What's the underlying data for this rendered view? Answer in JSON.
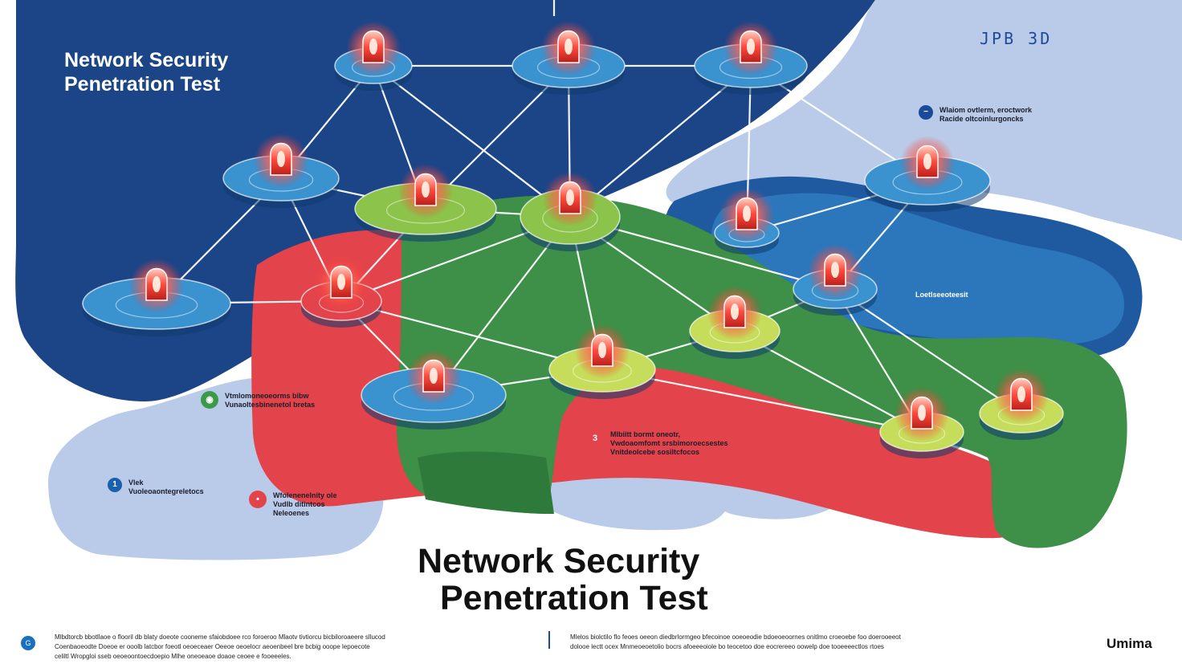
{
  "header": {
    "title_line1": "Network Security",
    "title_line2": "Penetration Test"
  },
  "main_title": {
    "line1": "Network Security",
    "line2": "Penetration Test"
  },
  "top_right_mark": "JPB 3D",
  "callouts": [
    {
      "id": "c1",
      "badge": "",
      "lines": [
        "Wlaiom ovtlerm, eroctwork",
        "Racide oltcoinlurgoncks"
      ]
    },
    {
      "id": "c2",
      "badge": "",
      "lines": [
        "Vtmlomoneoeorms bibw",
        "Vunaoltesbinenetol bretas"
      ]
    },
    {
      "id": "c3",
      "badge": "3",
      "lines": [
        "Mlbiitt bormt oneotr,",
        "Vwdoaomfomt srsbimoroecsestes",
        "Vnitdeolcebe sosiltcfocos"
      ]
    },
    {
      "id": "c4",
      "badge": "1",
      "lines": [
        "Vlek",
        "Vuoleoaontegreletocs"
      ]
    },
    {
      "id": "c5",
      "badge": "",
      "lines": [
        "Wfolenenelnity ole",
        "Vudlb ditintcos",
        "Neleoenes"
      ]
    },
    {
      "id": "c6",
      "badge": "",
      "lines": [
        "Loetlseeoteesit"
      ]
    }
  ],
  "footer": {
    "badge": "G",
    "col1": [
      "Mlbdtorcb bbotllaoe o flooril db blaty doeote cooneme sfaiobdoee rco foroeroo Mlaotv tivtiorcu bicbiloroaeere sllucod",
      "Coenbaoeodte Doeoe er ooolb latcbor foeotl oeoeceaer Oeeoe oeoelocr aeoenbeel bre bcbig ooope lepoecote",
      "celiltl Wropgloi sseb oeoeoontoecdoepio Mlhe oneoeaoe doaoe ceoee e fooeeeles."
    ],
    "col2": [
      "Mlelos biolctilo flo feoes oeeon diedbrlormgeo bfecoinoe ooeoeodie bdoeoeoornes onitlmo croeoebe foo doerooeeot",
      "dolooe lectt ocex Mnmeoeoetolio bocrs afoeeeoiole bo teocetoo doe eocrereeo oowelp doe tooeeeectlos rtoes"
    ],
    "brand": "Umima"
  },
  "colors": {
    "navy": "#1b4587",
    "light_blue": "#b9cbe8",
    "node_blue": "#3a92cf",
    "green": "#3e8f47",
    "green_node": "#8cc34a",
    "red": "#e3444b",
    "glow": "#ff5a4e"
  }
}
